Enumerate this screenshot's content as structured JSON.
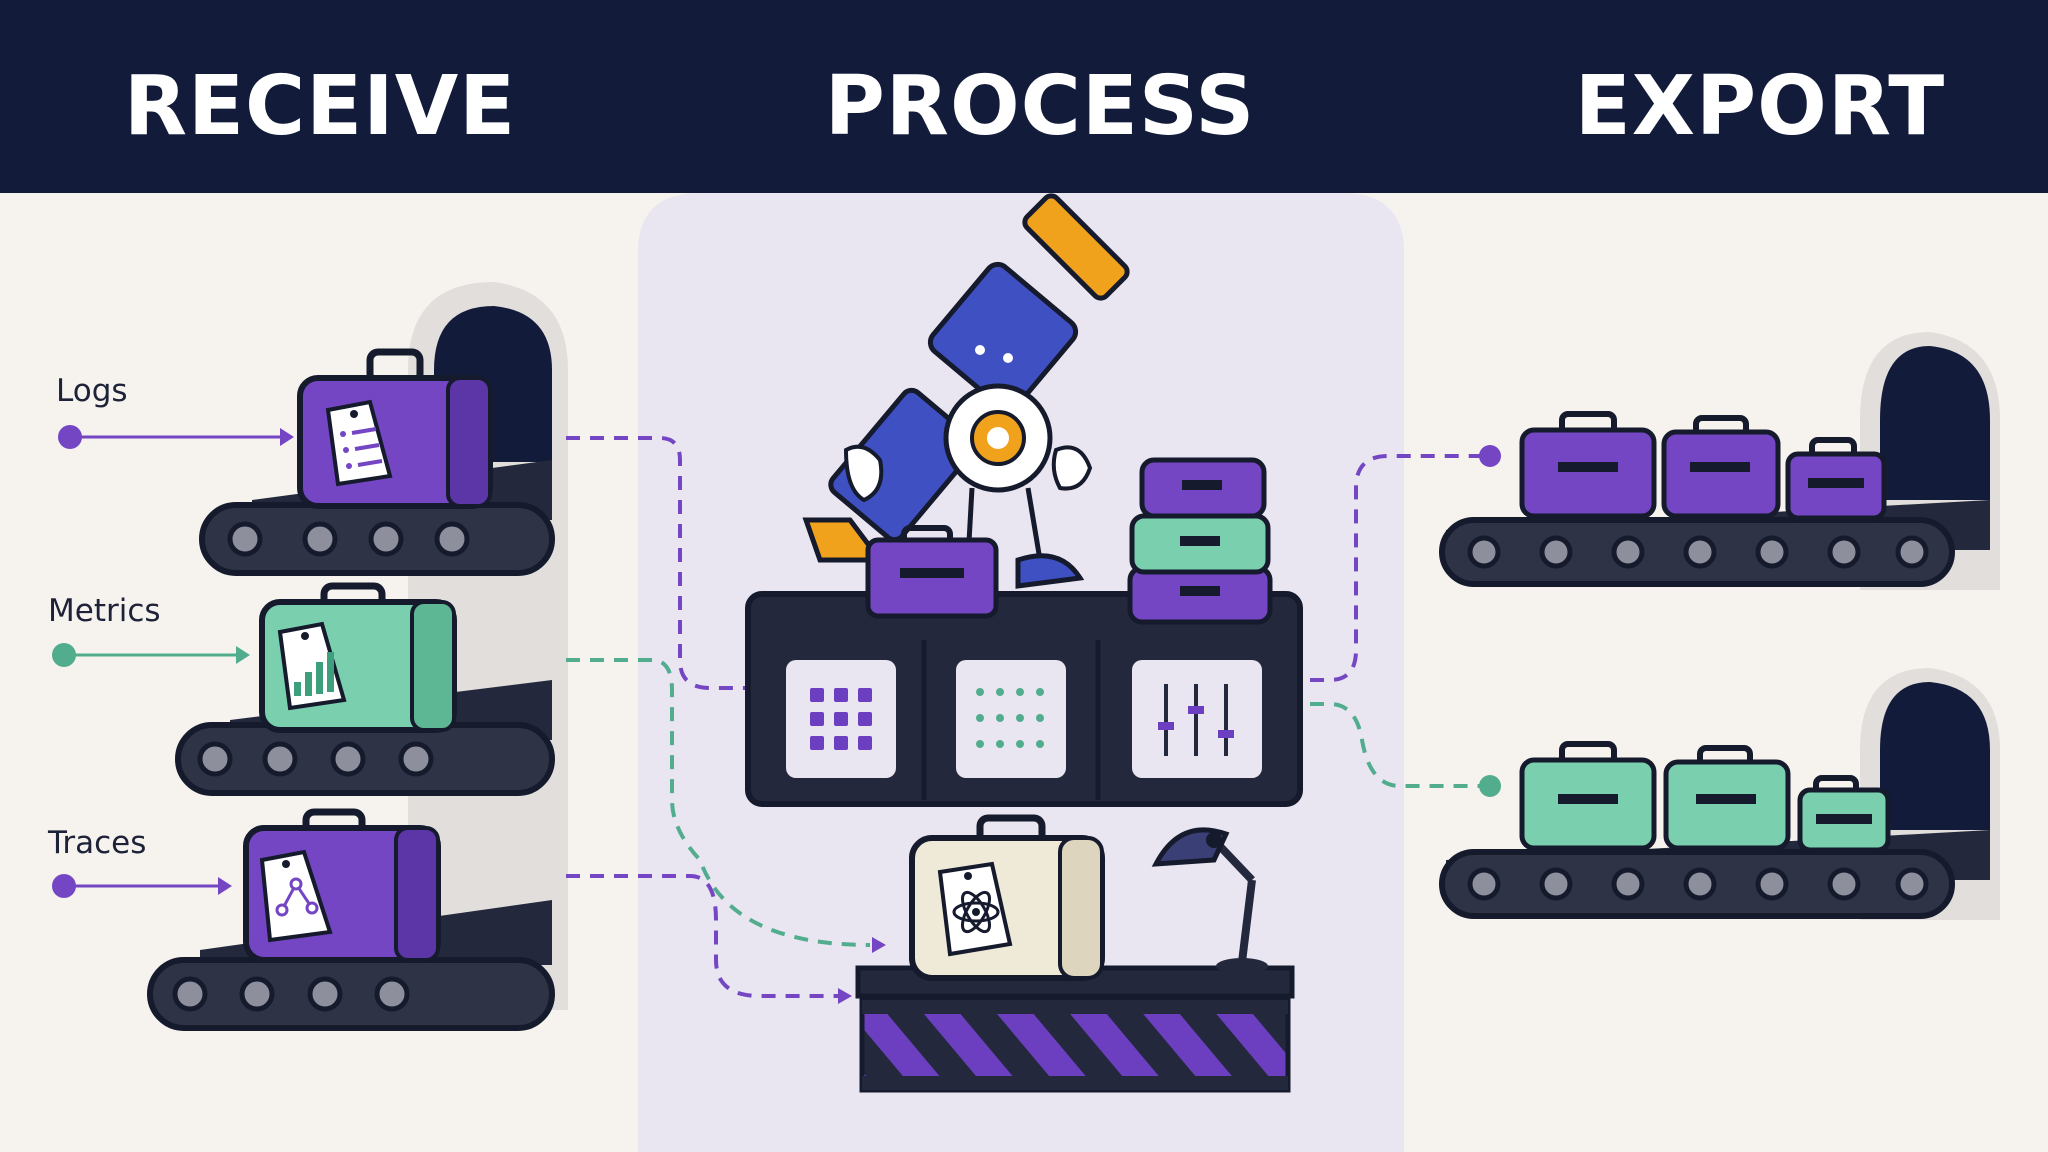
{
  "stages": {
    "receive": "RECEIVE",
    "process": "PROCESS",
    "export": "EXPORT"
  },
  "inputs": [
    {
      "label": "Logs",
      "color": "#7446c4"
    },
    {
      "label": "Metrics",
      "color": "#52ad8f"
    },
    {
      "label": "Traces",
      "color": "#7446c4"
    }
  ],
  "colors": {
    "header": "#121c3a",
    "purple": "#7446c4",
    "green": "#79cfae",
    "blue": "#3f50c2",
    "orange": "#f1a21d",
    "panel_bg": "#e9e6f1",
    "side_bg": "#f6f3ee",
    "dark": "#23283c"
  },
  "icons": [
    "list-tag-icon",
    "bar-chart-tag-icon",
    "graph-nodes-tag-icon",
    "atom-tag-icon",
    "grid-panel-icon",
    "dots-panel-icon",
    "sliders-panel-icon",
    "desk-lamp-icon",
    "robot-mascot-icon"
  ]
}
